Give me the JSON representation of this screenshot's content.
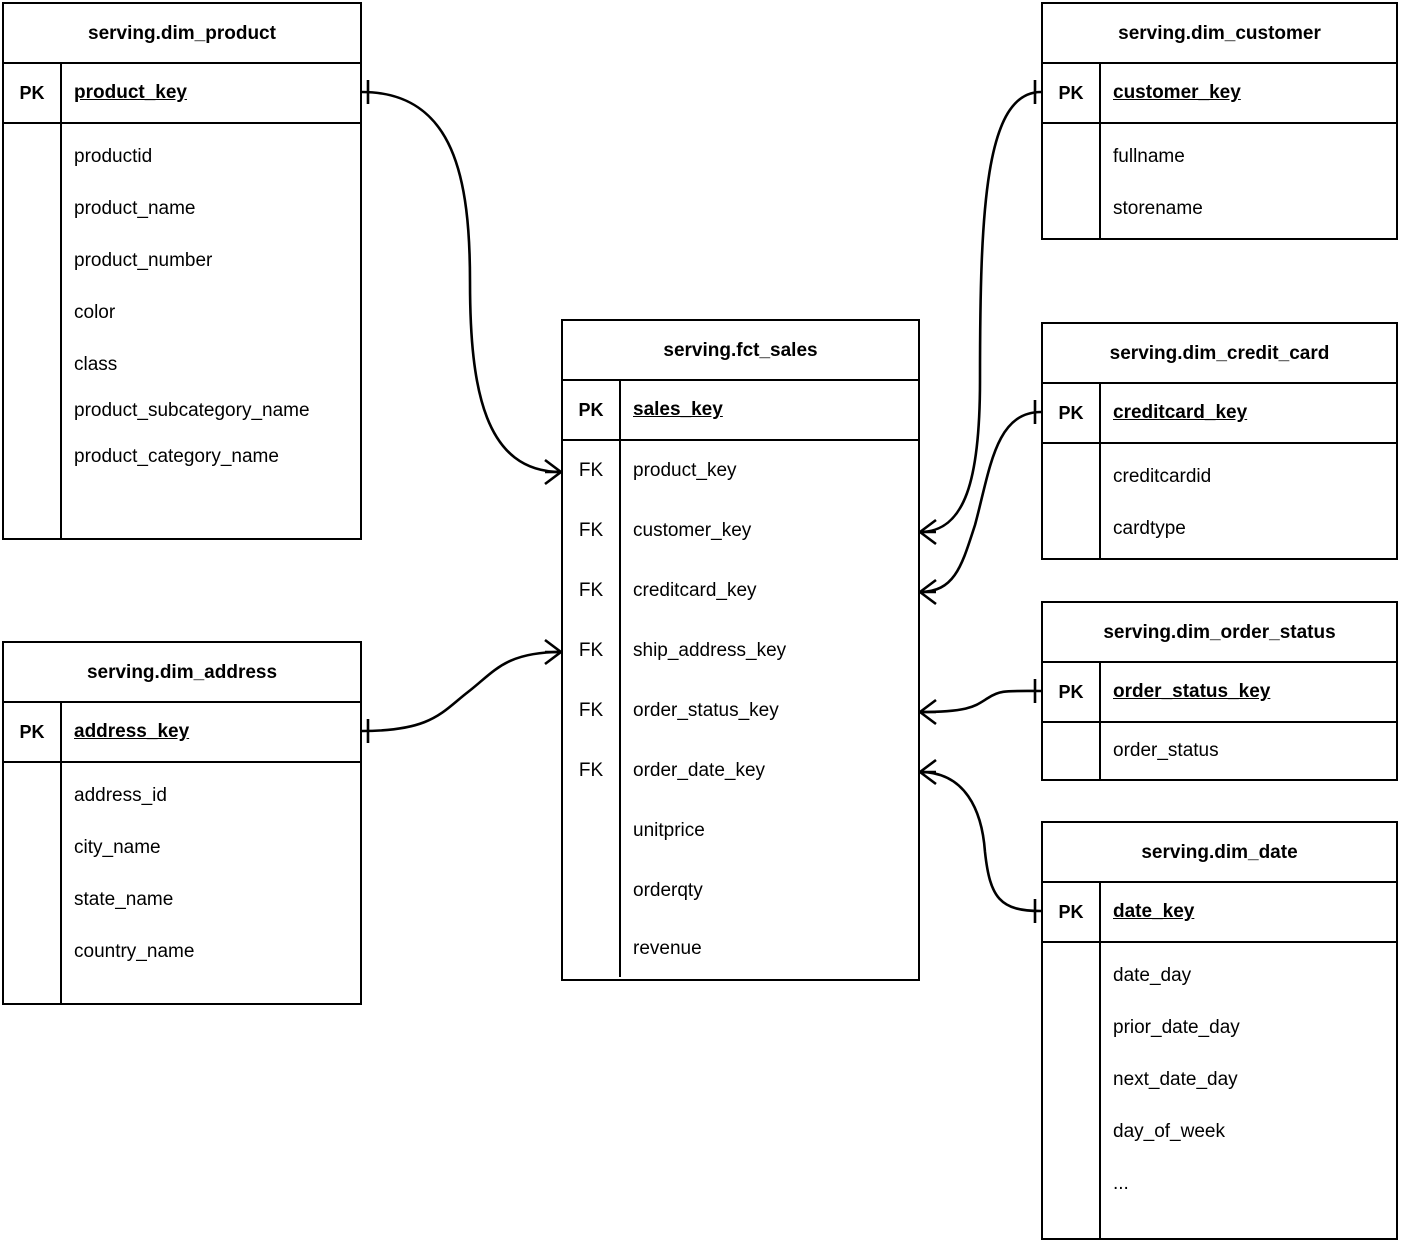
{
  "diagram": {
    "type": "entity-relationship-diagram",
    "notation": "crow's-foot",
    "background": "#ffffff",
    "line_color": "#000000"
  },
  "entities": [
    {
      "id": "dim_product",
      "title": "serving.dim_product",
      "pk_label": "PK",
      "pk_field": "product_key",
      "attributes": [
        "productid",
        "product_name",
        "product_number",
        "color",
        "class",
        "product_subcategory_name",
        "product_category_name"
      ]
    },
    {
      "id": "dim_address",
      "title": "serving.dim_address",
      "pk_label": "PK",
      "pk_field": "address_key",
      "attributes": [
        "address_id",
        "city_name",
        "state_name",
        "country_name"
      ]
    },
    {
      "id": "fct_sales",
      "title": "serving.fct_sales",
      "pk_label": "PK",
      "pk_field": "sales_key",
      "fk_label": "FK",
      "foreign_keys": [
        "product_key",
        "customer_key",
        "creditcard_key",
        "ship_address_key",
        "order_status_key",
        "order_date_key"
      ],
      "measures": [
        "unitprice",
        "orderqty",
        "revenue"
      ]
    },
    {
      "id": "dim_customer",
      "title": "serving.dim_customer",
      "pk_label": "PK",
      "pk_field": "customer_key",
      "attributes": [
        "fullname",
        "storename"
      ]
    },
    {
      "id": "dim_credit_card",
      "title": "serving.dim_credit_card",
      "pk_label": "PK",
      "pk_field": "creditcard_key",
      "attributes": [
        "creditcardid",
        "cardtype"
      ]
    },
    {
      "id": "dim_order_status",
      "title": "serving.dim_order_status",
      "pk_label": "PK",
      "pk_field": "order_status_key",
      "attributes": [
        "order_status"
      ]
    },
    {
      "id": "dim_date",
      "title": "serving.dim_date",
      "pk_label": "PK",
      "pk_field": "date_key",
      "attributes": [
        "date_day",
        "prior_date_day",
        "next_date_day",
        "day_of_week",
        "..."
      ]
    }
  ],
  "relationships": [
    {
      "from": "dim_product",
      "from_field": "product_key",
      "to": "fct_sales",
      "to_field": "product_key",
      "cardinality": "one-to-many"
    },
    {
      "from": "dim_address",
      "from_field": "address_key",
      "to": "fct_sales",
      "to_field": "ship_address_key",
      "cardinality": "one-to-many"
    },
    {
      "from": "dim_customer",
      "from_field": "customer_key",
      "to": "fct_sales",
      "to_field": "customer_key",
      "cardinality": "one-to-many"
    },
    {
      "from": "dim_credit_card",
      "from_field": "creditcard_key",
      "to": "fct_sales",
      "to_field": "creditcard_key",
      "cardinality": "one-to-many"
    },
    {
      "from": "dim_order_status",
      "from_field": "order_status_key",
      "to": "fct_sales",
      "to_field": "order_status_key",
      "cardinality": "one-to-many"
    },
    {
      "from": "dim_date",
      "from_field": "date_key",
      "to": "fct_sales",
      "to_field": "order_date_key",
      "cardinality": "one-to-many"
    }
  ]
}
